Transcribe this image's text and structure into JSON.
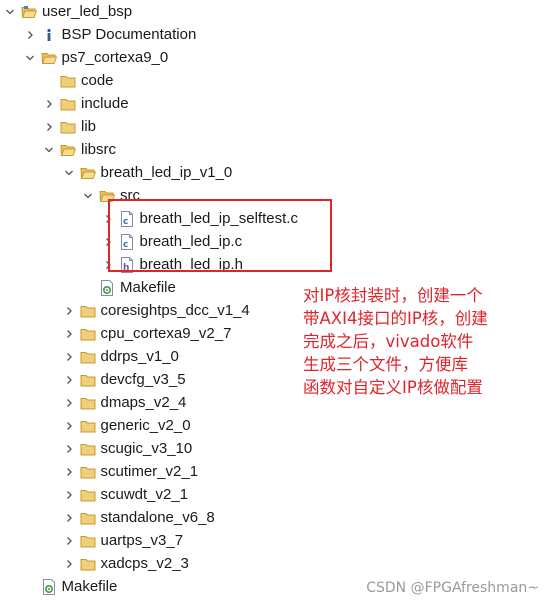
{
  "tree": [
    {
      "label": "user_led_bsp",
      "level": 0,
      "toggle": "expanded",
      "icon": "project-bsp-icon"
    },
    {
      "label": "BSP Documentation",
      "level": 1,
      "toggle": "collapsed",
      "icon": "info-icon"
    },
    {
      "label": "ps7_cortexa9_0",
      "level": 1,
      "toggle": "expanded",
      "icon": "folder-open-icon"
    },
    {
      "label": "code",
      "level": 2,
      "toggle": "none",
      "icon": "folder-icon"
    },
    {
      "label": "include",
      "level": 2,
      "toggle": "collapsed",
      "icon": "folder-icon"
    },
    {
      "label": "lib",
      "level": 2,
      "toggle": "collapsed",
      "icon": "folder-icon"
    },
    {
      "label": "libsrc",
      "level": 2,
      "toggle": "expanded",
      "icon": "folder-open-icon"
    },
    {
      "label": "breath_led_ip_v1_0",
      "level": 3,
      "toggle": "expanded",
      "icon": "folder-open-icon"
    },
    {
      "label": "src",
      "level": 4,
      "toggle": "expanded",
      "icon": "folder-open-icon"
    },
    {
      "label": "breath_led_ip_selftest.c",
      "level": 5,
      "toggle": "collapsed",
      "icon": "c-file-icon"
    },
    {
      "label": "breath_led_ip.c",
      "level": 5,
      "toggle": "collapsed",
      "icon": "c-file-icon"
    },
    {
      "label": "breath_led_ip.h",
      "level": 5,
      "toggle": "collapsed",
      "icon": "h-file-icon"
    },
    {
      "label": "Makefile",
      "level": 4,
      "toggle": "none",
      "icon": "makefile-icon"
    },
    {
      "label": "coresightps_dcc_v1_4",
      "level": 3,
      "toggle": "collapsed",
      "icon": "folder-icon"
    },
    {
      "label": "cpu_cortexa9_v2_7",
      "level": 3,
      "toggle": "collapsed",
      "icon": "folder-icon"
    },
    {
      "label": "ddrps_v1_0",
      "level": 3,
      "toggle": "collapsed",
      "icon": "folder-icon"
    },
    {
      "label": "devcfg_v3_5",
      "level": 3,
      "toggle": "collapsed",
      "icon": "folder-icon"
    },
    {
      "label": "dmaps_v2_4",
      "level": 3,
      "toggle": "collapsed",
      "icon": "folder-icon"
    },
    {
      "label": "generic_v2_0",
      "level": 3,
      "toggle": "collapsed",
      "icon": "folder-icon"
    },
    {
      "label": "scugic_v3_10",
      "level": 3,
      "toggle": "collapsed",
      "icon": "folder-icon"
    },
    {
      "label": "scutimer_v2_1",
      "level": 3,
      "toggle": "collapsed",
      "icon": "folder-icon"
    },
    {
      "label": "scuwdt_v2_1",
      "level": 3,
      "toggle": "collapsed",
      "icon": "folder-icon"
    },
    {
      "label": "standalone_v6_8",
      "level": 3,
      "toggle": "collapsed",
      "icon": "folder-icon"
    },
    {
      "label": "uartps_v3_7",
      "level": 3,
      "toggle": "collapsed",
      "icon": "folder-icon"
    },
    {
      "label": "xadcps_v2_3",
      "level": 3,
      "toggle": "collapsed",
      "icon": "folder-icon"
    },
    {
      "label": "Makefile",
      "level": 1,
      "toggle": "none",
      "icon": "makefile-icon"
    }
  ],
  "annotation": {
    "lines": [
      "对IP核封装时，创建一个",
      "带AXI4接口的IP核，创建",
      "完成之后，vivado软件",
      "生成三个文件，方便库",
      "函数对自定义IP核做配置"
    ],
    "color": "#e0242b"
  },
  "watermark": "CSDN @FPGAfreshman~"
}
